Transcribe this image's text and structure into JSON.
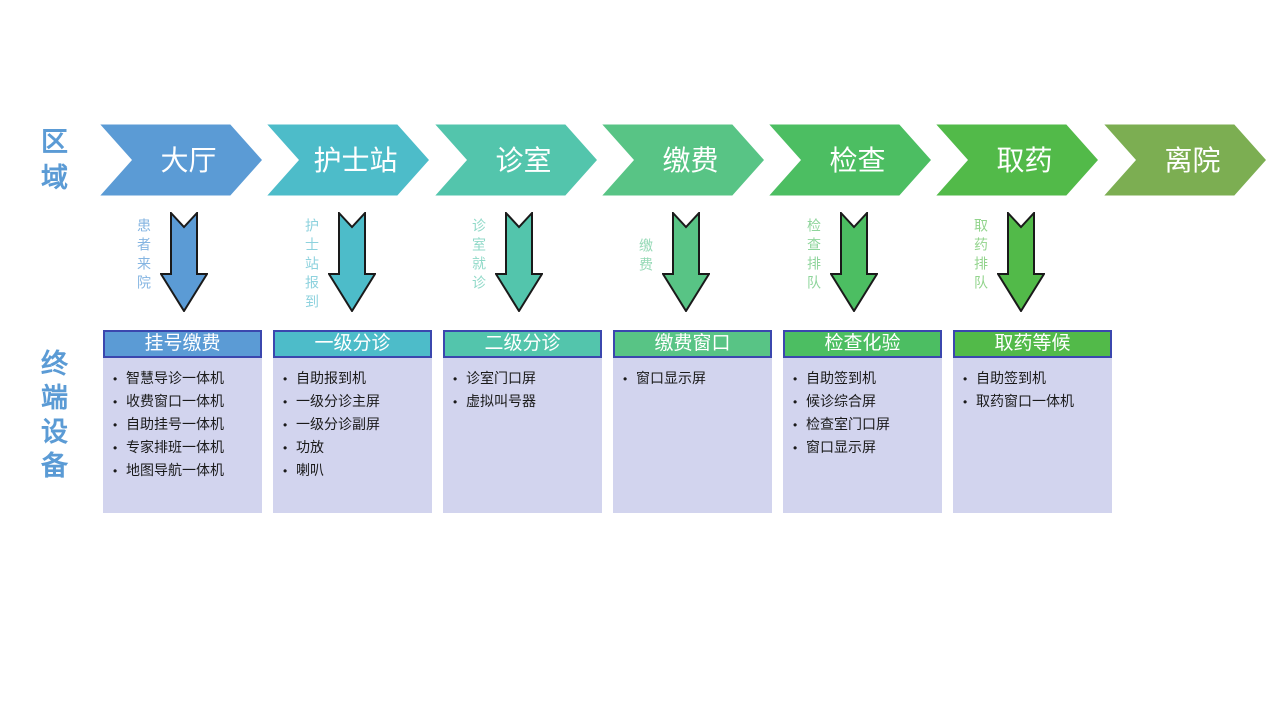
{
  "axis_labels": {
    "zones": "区域",
    "devices": "终端设备",
    "color": "#5B9BD5"
  },
  "zones": [
    {
      "label": "大厅",
      "color": "#5B9BD5"
    },
    {
      "label": "护士站",
      "color": "#4DBCC9"
    },
    {
      "label": "诊室",
      "color": "#53C5AC"
    },
    {
      "label": "缴费",
      "color": "#58C485"
    },
    {
      "label": "检查",
      "color": "#4CBE62"
    },
    {
      "label": "取药",
      "color": "#52BA49"
    },
    {
      "label": "离院",
      "color": "#7CAE52"
    }
  ],
  "transitions": [
    {
      "label": "患者来院",
      "arrow_color": "#5B9BD5",
      "label_color": "#85B5E2"
    },
    {
      "label": "护士站报到",
      "arrow_color": "#4DBCC9",
      "label_color": "#8ED2DE"
    },
    {
      "label": "诊室就诊",
      "arrow_color": "#53C5AC",
      "label_color": "#90D9C8"
    },
    {
      "label": "缴费",
      "arrow_color": "#58C485",
      "label_color": "#95D9B6"
    },
    {
      "label": "检查排队",
      "arrow_color": "#4CBE62",
      "label_color": "#8FD59C"
    },
    {
      "label": "取药排队",
      "arrow_color": "#52BA49",
      "label_color": "#92D48C"
    }
  ],
  "boxes": [
    {
      "title": "挂号缴费",
      "title_color": "#5B9BD5",
      "items": [
        "智慧导诊一体机",
        "收费窗口一体机",
        "自助挂号一体机",
        "专家排班一体机",
        "地图导航一体机"
      ]
    },
    {
      "title": "一级分诊",
      "title_color": "#4DBCC9",
      "items": [
        "自助报到机",
        "一级分诊主屏",
        "一级分诊副屏",
        "功放",
        "喇叭"
      ]
    },
    {
      "title": "二级分诊",
      "title_color": "#53C5AC",
      "items": [
        "诊室门口屏",
        "虚拟叫号器"
      ]
    },
    {
      "title": "缴费窗口",
      "title_color": "#58C485",
      "items": [
        "窗口显示屏"
      ]
    },
    {
      "title": "检查化验",
      "title_color": "#4CBE62",
      "items": [
        "自助签到机",
        "候诊综合屏",
        "检查室门口屏",
        "窗口显示屏"
      ]
    },
    {
      "title": "取药等候",
      "title_color": "#52BA49",
      "items": [
        "自助签到机",
        "取药窗口一体机"
      ]
    }
  ],
  "colors": {
    "header_border": "#3B47AE",
    "box_body": "#D2D4EE",
    "arrow_outline": "#1A1A1A",
    "item_text": "#1A1A1A"
  }
}
